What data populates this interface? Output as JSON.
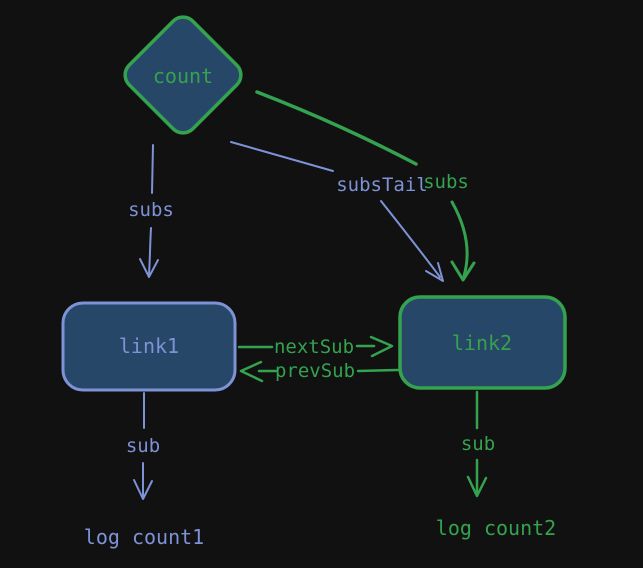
{
  "canvas": {
    "background": "#111111",
    "colors": {
      "blue": "#7e92d6",
      "green": "#34a24e",
      "node_fill": "#274769"
    }
  },
  "nodes": {
    "count": {
      "label": "count",
      "shape": "diamond",
      "color": "green"
    },
    "link1": {
      "label": "link1",
      "shape": "rounded-rect",
      "color": "blue"
    },
    "link2": {
      "label": "link2",
      "shape": "rounded-rect",
      "color": "green"
    }
  },
  "edges": {
    "count_link1_subs": {
      "label": "subs",
      "from": "count",
      "to": "link1",
      "color": "blue"
    },
    "count_link2_substail": {
      "label": "subsTail",
      "from": "count",
      "to": "link2",
      "color": "blue"
    },
    "count_link2_subs": {
      "label": "subs",
      "from": "count",
      "to": "link2",
      "color": "green"
    },
    "link1_link2_nextsub": {
      "label": "nextSub",
      "from": "link1",
      "to": "link2",
      "color": "green"
    },
    "link2_link1_prevsub": {
      "label": "prevSub",
      "from": "link2",
      "to": "link1",
      "color": "green"
    },
    "link1_sub": {
      "label": "sub",
      "from": "link1",
      "to": "log_count1",
      "color": "blue"
    },
    "link2_sub": {
      "label": "sub",
      "from": "link2",
      "to": "log_count2",
      "color": "green"
    }
  },
  "outputs": {
    "log_count1": {
      "label": "log count1",
      "color": "blue"
    },
    "log_count2": {
      "label": "log count2",
      "color": "green"
    }
  }
}
